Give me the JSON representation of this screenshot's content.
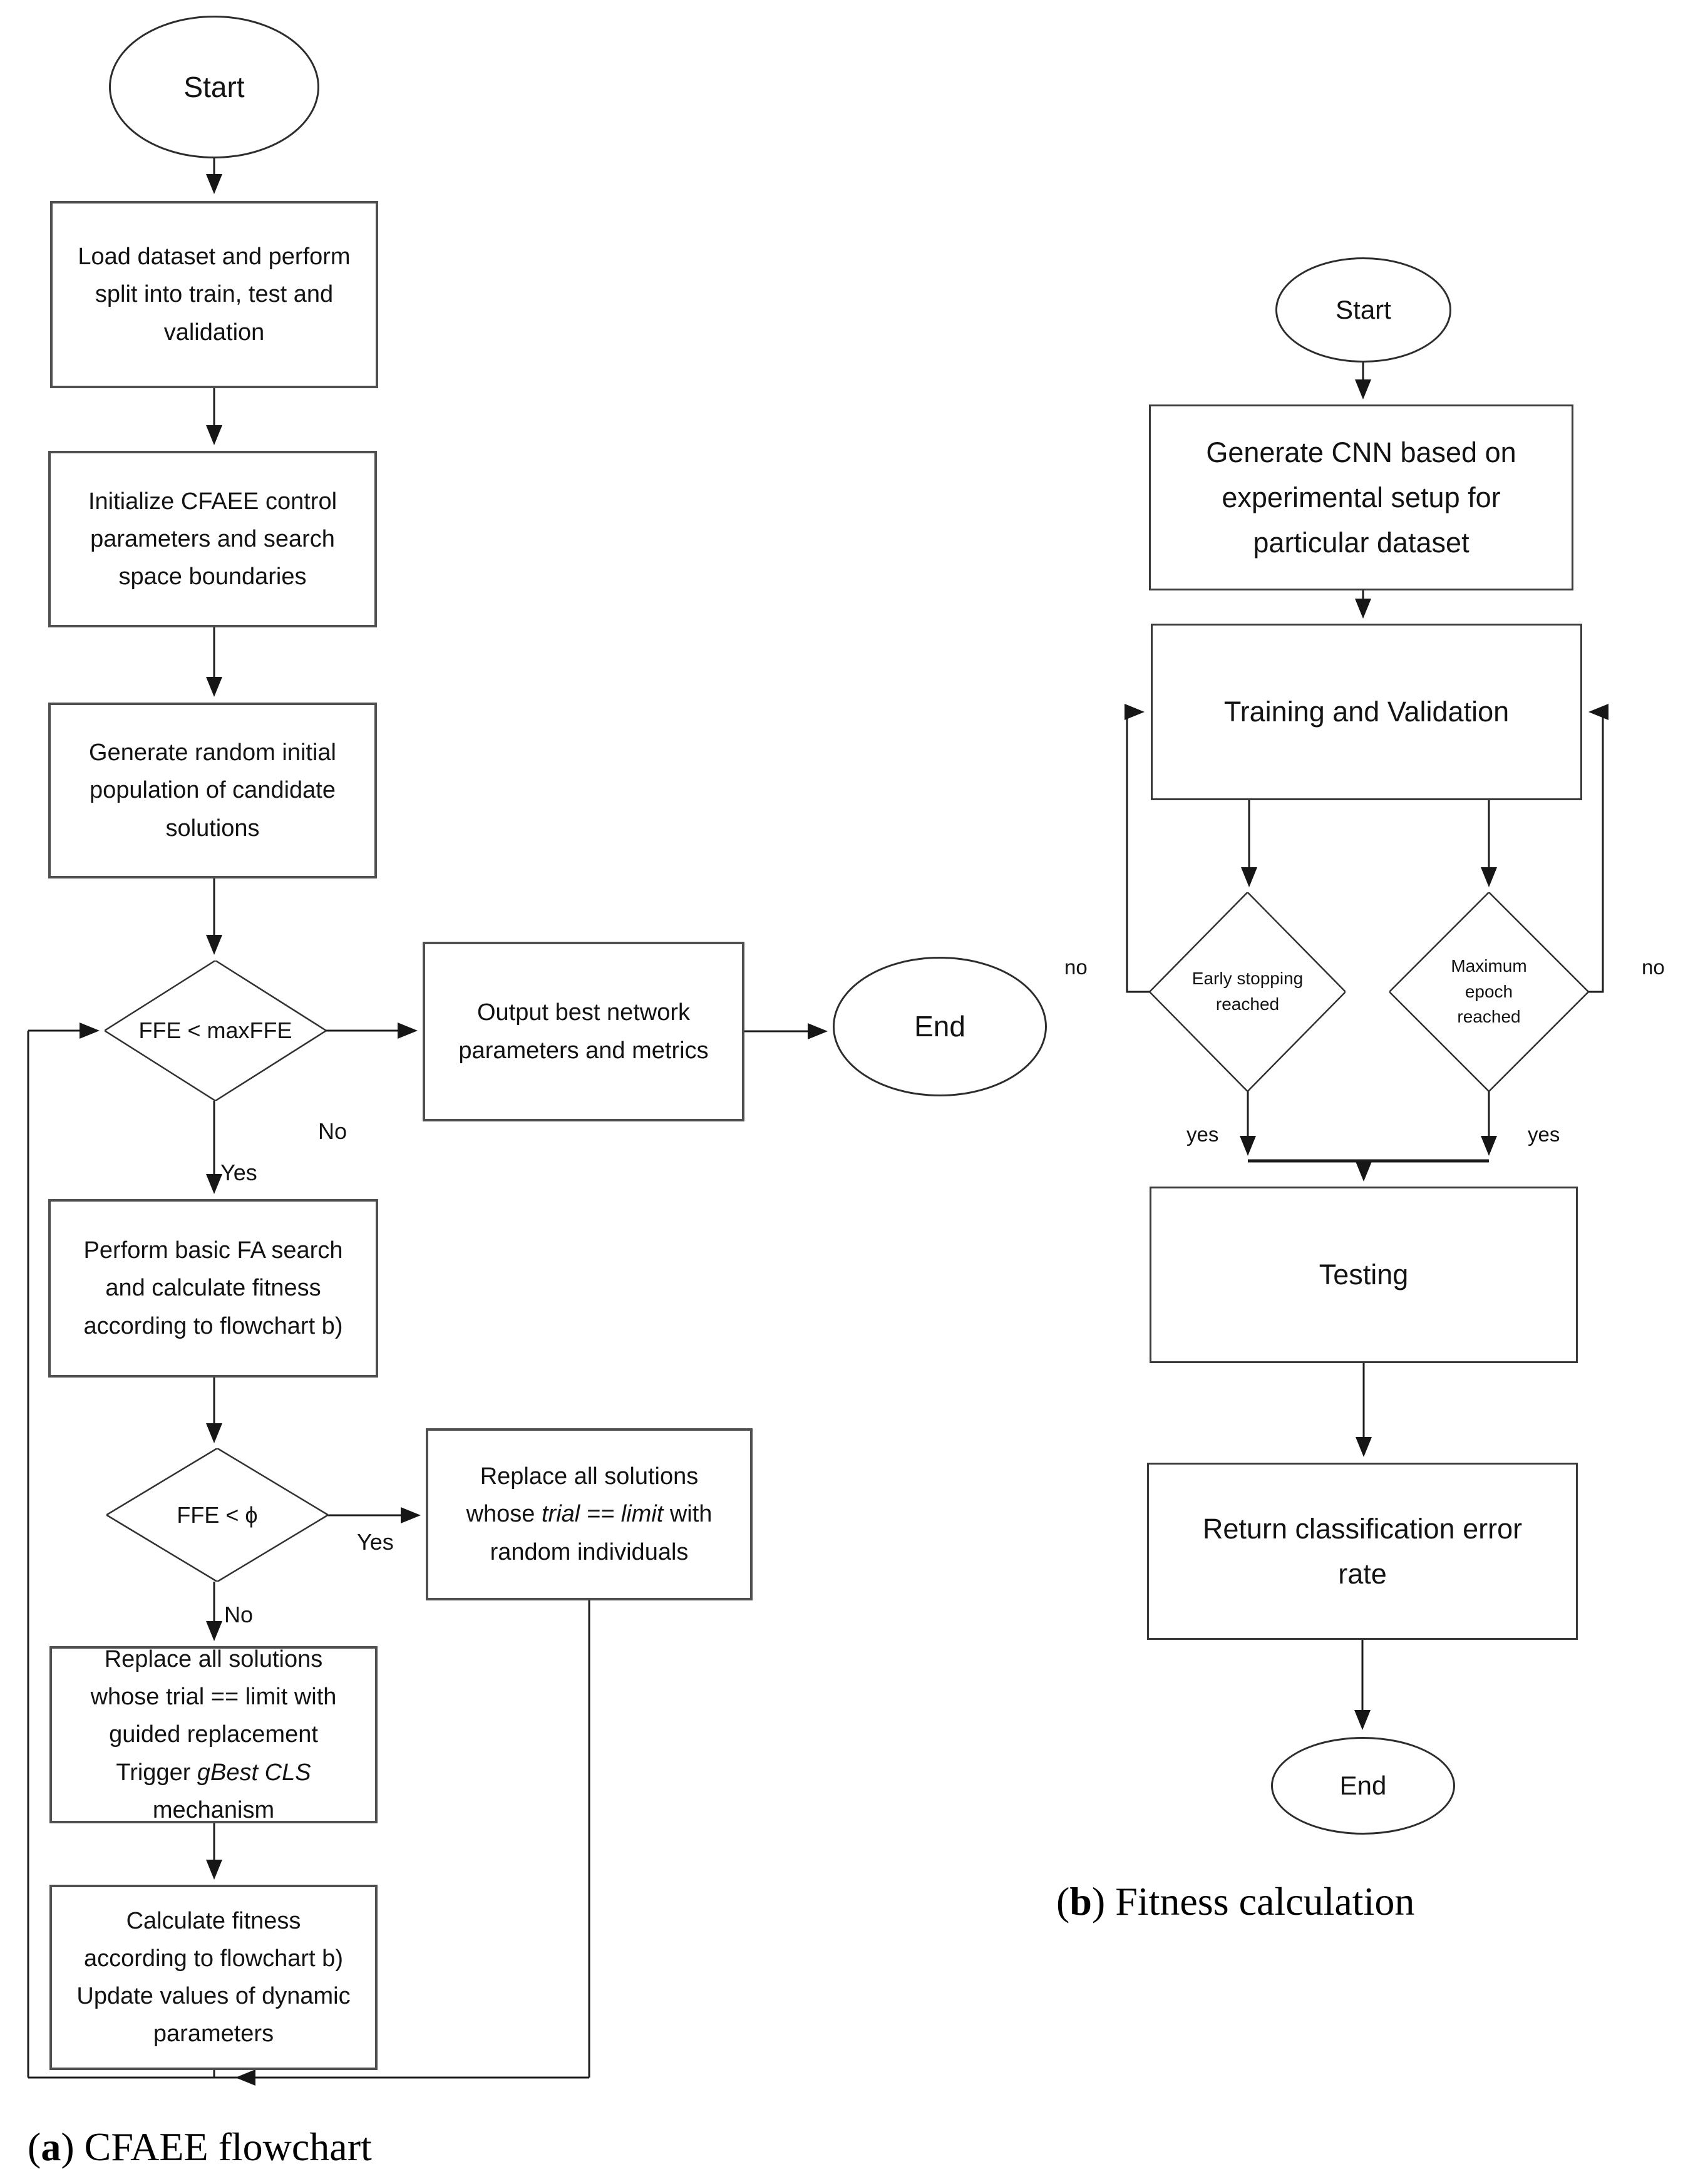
{
  "figure": {
    "caption_a": {
      "open": "(",
      "letter": "a",
      "close": ") ",
      "text": "CFAEE flowchart"
    },
    "caption_b": {
      "open": "(",
      "letter": "b",
      "close": ") ",
      "text": "Fitness calculation"
    }
  },
  "flowchart_a": {
    "labels": {
      "yes": "Yes",
      "no": "No"
    },
    "nodes": {
      "start": "Start",
      "load_dataset": "Load dataset and perform\nsplit into train, test and\nvalidation",
      "init_params": "Initialize CFAEE control\nparameters and search\nspace boundaries",
      "gen_population": "Generate random initial\npopulation of candidate\nsolutions",
      "ffe_maxffe": "FFE < maxFFE",
      "output_best": "Output best network\nparameters and metrics",
      "end": "End",
      "fa_search": "Perform basic FA search\nand calculate fitness\naccording to flowchart b)",
      "ffe_phi": "FFE < ϕ",
      "replace_random": {
        "p1": "Replace all solutions\nwhose ",
        "em": "trial == limit",
        "p2": " with\nrandom individuals"
      },
      "replace_guided": {
        "p1": "Replace all solutions\nwhose trial == limit with\nguided replacement\nTrigger ",
        "em": "gBest CLS",
        "p2": "\nmechanism"
      },
      "calc_fitness": "Calculate fitness\naccording to flowchart b)\nUpdate values of dynamic\nparameters"
    }
  },
  "flowchart_b": {
    "labels": {
      "yes": "yes",
      "no": "no"
    },
    "nodes": {
      "start": "Start",
      "generate_cnn": "Generate CNN based on\nexperimental setup for\nparticular dataset",
      "training": "Training and Validation",
      "early_stopping": "Early stopping\nreached",
      "max_epoch": "Maximum\nepoch\nreached",
      "testing": "Testing",
      "return_error": "Return classification error\nrate",
      "end": "End"
    }
  }
}
